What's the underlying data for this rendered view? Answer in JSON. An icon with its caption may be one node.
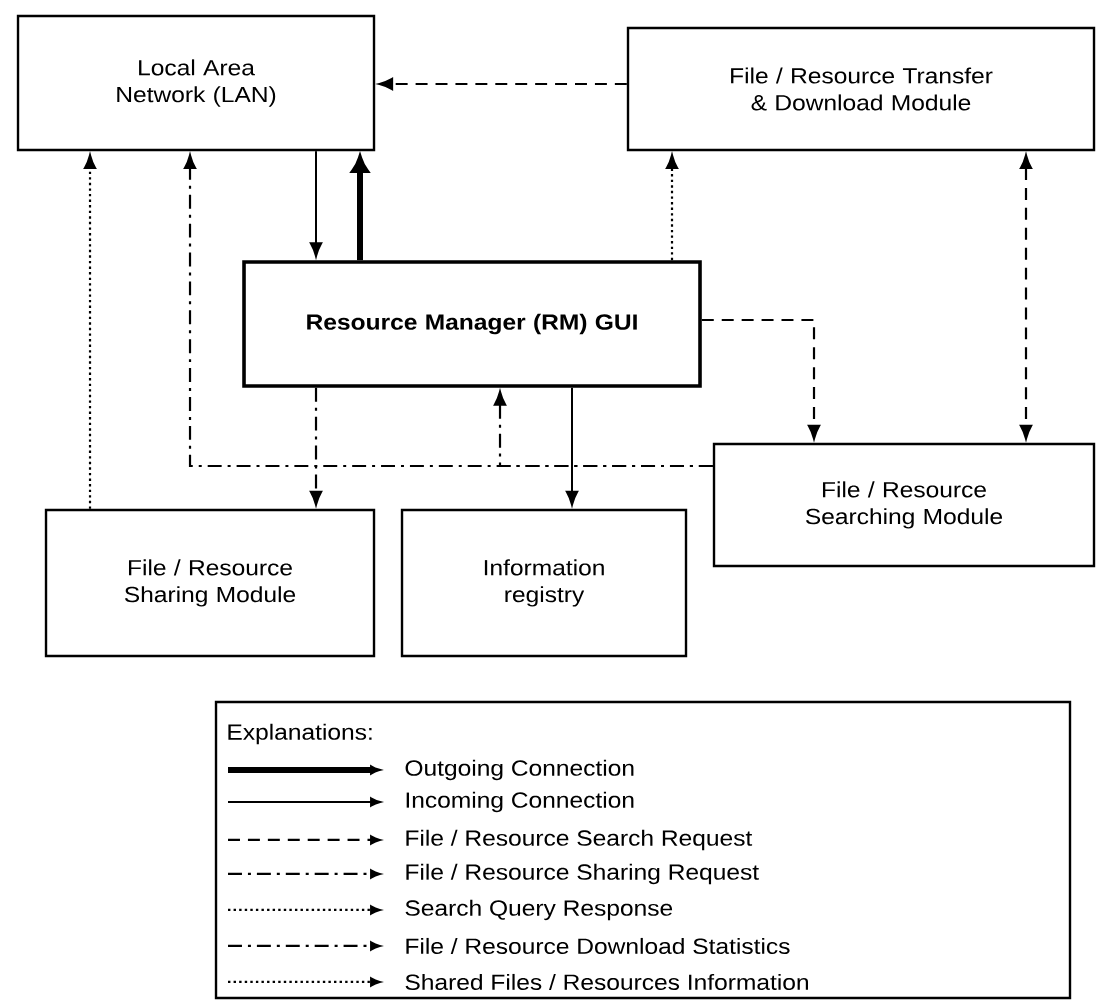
{
  "diagram": {
    "nodes": [
      {
        "text": [
          "Local Area Network (LAN)"
        ]
      },
      {
        "text": [
          "File / Resource Transfer & Download Module"
        ]
      },
      {
        "text": [
          "Resource Manager (RM) GUI"
        ]
      },
      {
        "text": [
          "File / Resource Sharing Module"
        ]
      },
      {
        "text": [
          "Information registry"
        ]
      },
      {
        "text": [
          "File / Resource Searching Module"
        ]
      }
    ],
    "edges": [
      {
        "from": 1,
        "to": 0,
        "arrow": "to",
        "style": "dashed"
      },
      {
        "from": 0,
        "to": 2,
        "arrow": "to"
      },
      {
        "from": 2,
        "to": 0,
        "arrow": "to",
        "style": "thick"
      },
      {
        "from": 2,
        "to": 1,
        "arrow": "to",
        "style": "dashed"
      },
      {
        "from": 2,
        "to": 5,
        "arrow": "to",
        "style": "dashed"
      },
      {
        "from": 1,
        "to": 5,
        "arrow": "both",
        "style": "dashed"
      },
      {
        "from": 3,
        "to": 0,
        "arrow": "to",
        "style": "dashed"
      },
      {
        "from": 5,
        "to": 0,
        "arrow": "to",
        "style": "dashed"
      },
      {
        "from": 5,
        "to": 2,
        "arrow": "to",
        "style": "dashed"
      },
      {
        "from": 2,
        "to": 3,
        "arrow": "to",
        "style": "dashed"
      },
      {
        "from": 2,
        "to": 4,
        "arrow": "to"
      }
    ],
    "labels": [
      "Explanations:"
    ],
    "legend": [
      {
        "text": "Outgoing Connection"
      },
      {
        "text": "Incoming Connection"
      },
      {
        "text": "File / Resource Search Request"
      },
      {
        "text": "File / Resource Sharing Request"
      },
      {
        "text": "Search Query Response"
      },
      {
        "text": "File / Resource Download Statistics"
      },
      {
        "text": "Shared Files / Resources Information"
      }
    ]
  }
}
